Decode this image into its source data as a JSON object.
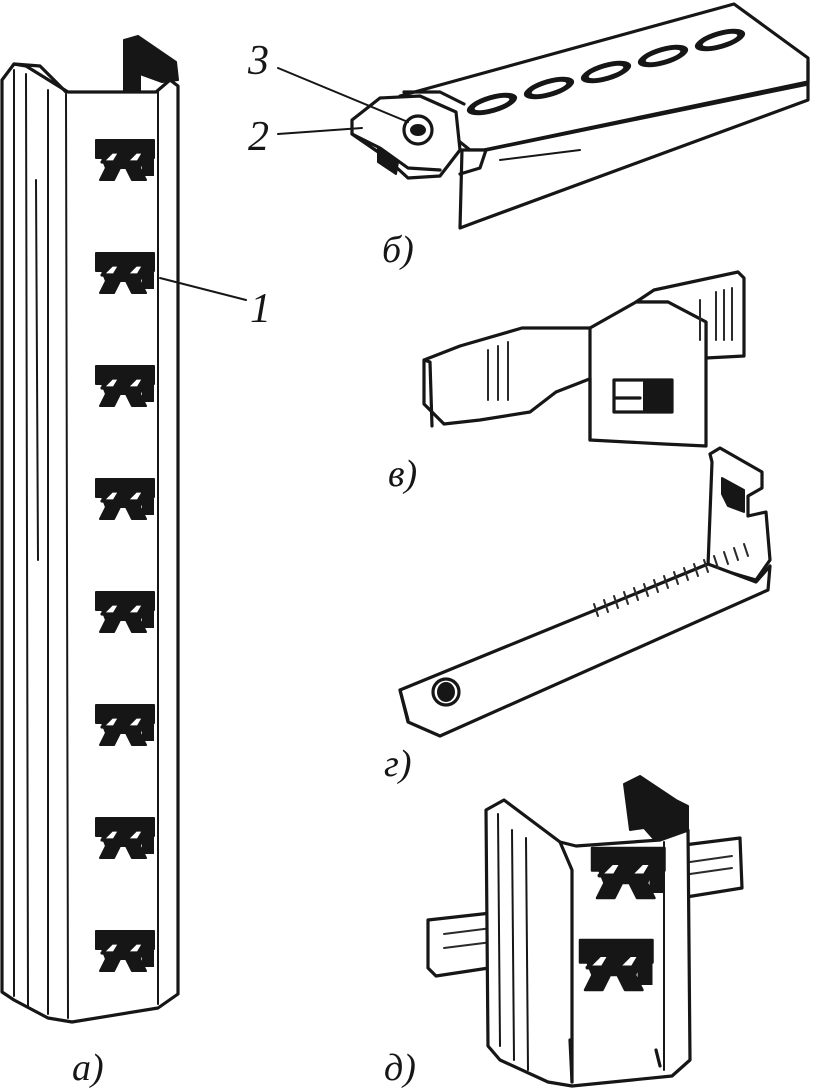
{
  "figure": {
    "panel_labels": {
      "a": "а)",
      "b": "б)",
      "v": "в)",
      "g": "г)",
      "d": "д)"
    },
    "callouts": {
      "slot": "1",
      "clip": "2",
      "rivet": "3"
    },
    "upright_slot_count": 8,
    "bracket_slot_count": 5,
    "joint_slot_count": 2
  }
}
